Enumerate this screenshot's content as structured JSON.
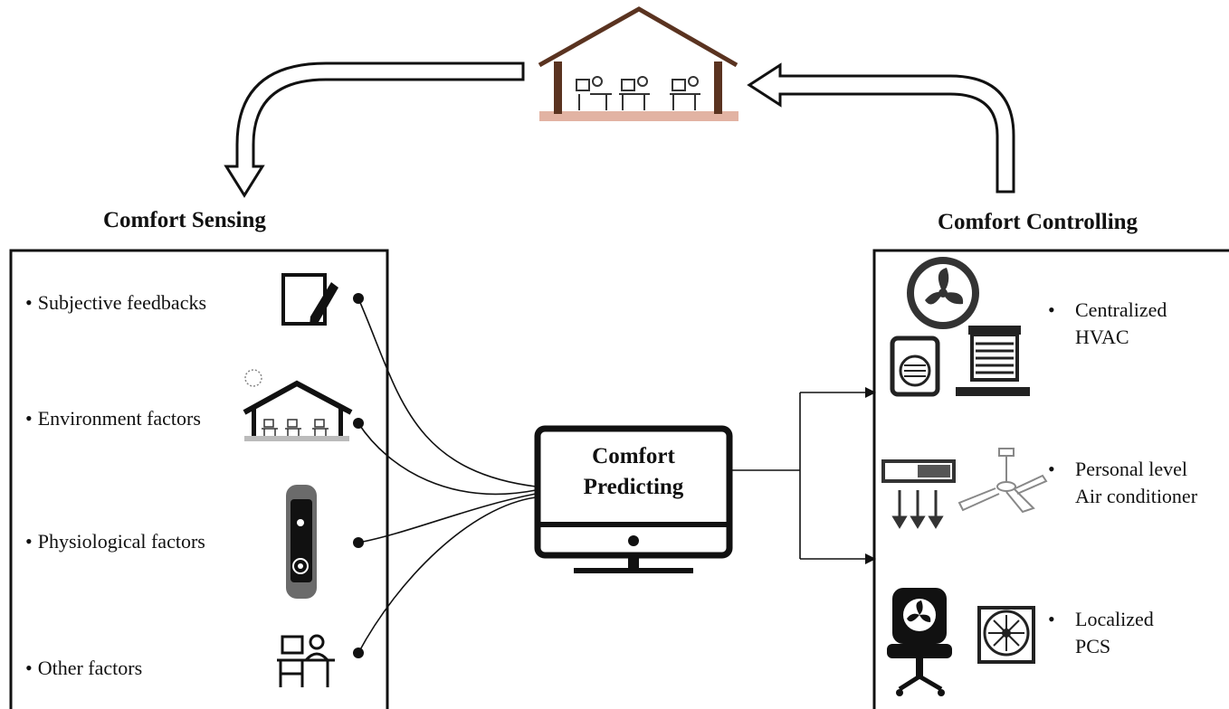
{
  "sensing": {
    "title": "Comfort Sensing",
    "items": [
      {
        "label": "Subjective feedbacks",
        "icon": "pen-paper-icon"
      },
      {
        "label": "Environment factors",
        "icon": "office-building-icon"
      },
      {
        "label": "Physiological factors",
        "icon": "smart-band-icon"
      },
      {
        "label": "Other factors",
        "icon": "desk-worker-icon"
      }
    ]
  },
  "predicting": {
    "line1": "Comfort",
    "line2": "Predicting"
  },
  "controlling": {
    "title": "Comfort Controlling",
    "items": [
      {
        "line1": "Centralized",
        "line2": "HVAC",
        "icons": [
          "wall-fan-icon",
          "heater-icon",
          "radiator-icon"
        ]
      },
      {
        "line1": "Personal level",
        "line2": "Air conditioner",
        "icons": [
          "air-conditioner-icon",
          "ceiling-fan-icon"
        ]
      },
      {
        "line1": "Localized",
        "line2": "PCS",
        "icons": [
          "heated-chair-icon",
          "desk-fan-icon"
        ]
      }
    ]
  },
  "colors": {
    "stroke": "#111111",
    "house_floor": "#e2b3a3",
    "house_roof": "#5a3320",
    "band_gray": "#6b6b6b"
  }
}
